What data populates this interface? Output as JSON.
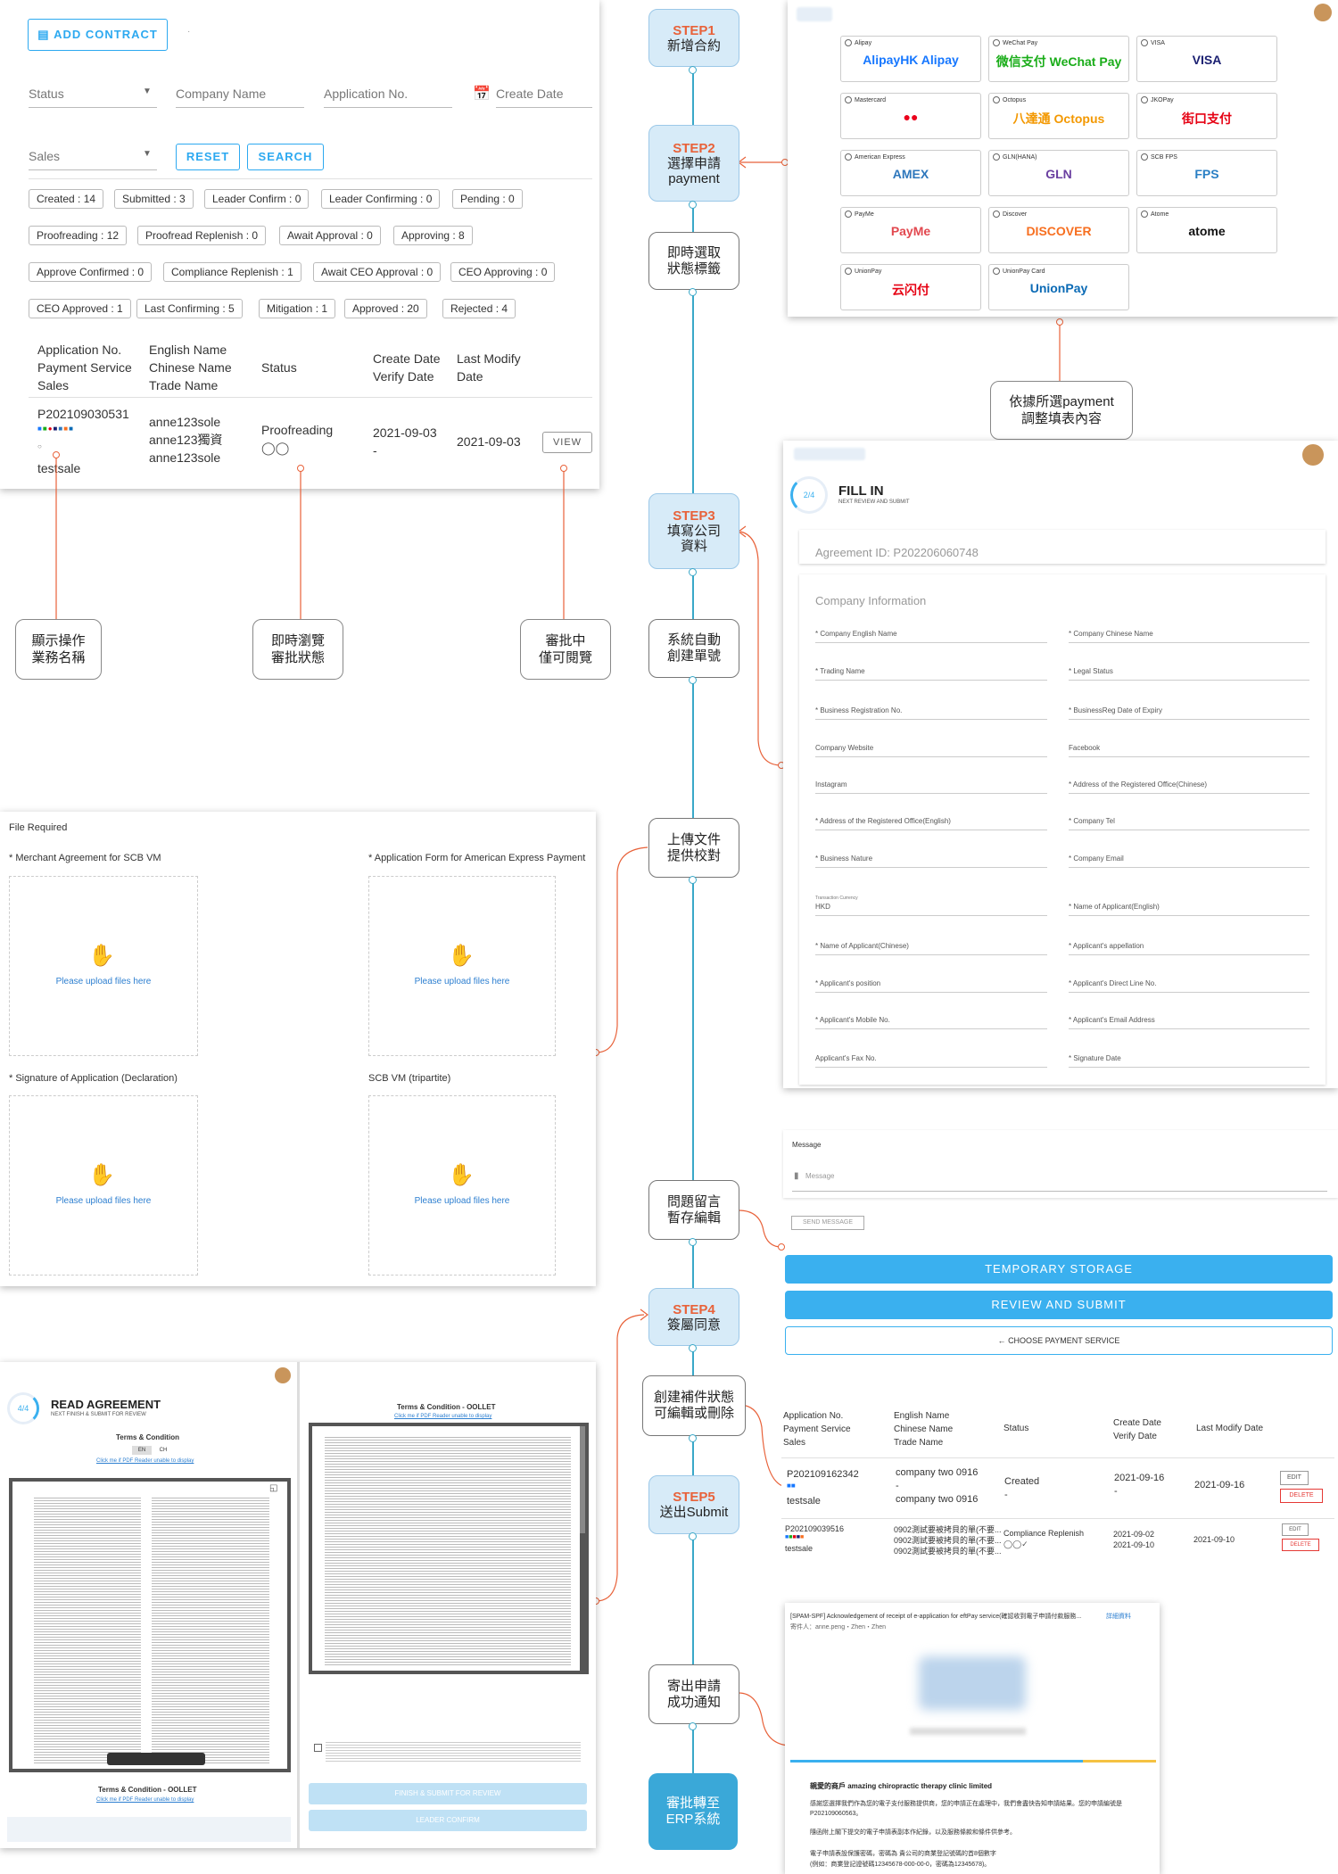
{
  "list_panel": {
    "add_contract": "ADD CONTRACT",
    "filters": {
      "status": "Status",
      "company_name": "Company Name",
      "application_no": "Application No.",
      "create_date": "Create Date",
      "sales": "Sales"
    },
    "reset": "RESET",
    "search": "SEARCH",
    "status_tags": [
      "Created : 14",
      "Submitted : 3",
      "Leader Confirm : 0",
      "Leader Confirming : 0",
      "Pending : 0",
      "Proofreading : 12",
      "Proofread Replenish : 0",
      "Await Approval : 0",
      "Approving : 8",
      "Approve Confirmed : 0",
      "Compliance Replenish : 1",
      "Await CEO Approval : 0",
      "CEO Approving : 0",
      "CEO Approved : 1",
      "Last Confirming : 5",
      "Mitigation : 1",
      "Approved : 20",
      "Rejected : 4"
    ],
    "headers": {
      "app_no": "Application No.",
      "payment_service": "Payment Service",
      "sales": "Sales",
      "english_name": "English Name",
      "chinese_name": "Chinese Name",
      "trade_name": "Trade Name",
      "status": "Status",
      "create_date": "Create Date",
      "verify_date": "Verify Date",
      "last_modify": "Last Modify",
      "date": "Date"
    },
    "row": {
      "app_no": "P202109030531",
      "sales": "testsale",
      "english_name": "anne123sole",
      "chinese_name": "anne123獨資",
      "trade_name": "anne123sole",
      "status": "Proofreading",
      "create_date": "2021-09-03",
      "verify_date": "-",
      "last_modify": "2021-09-03",
      "view": "VIEW"
    }
  },
  "callouts": {
    "business_name": [
      "顯示操作",
      "業務名稱"
    ],
    "browse_status": [
      "即時瀏覽",
      "審批狀態"
    ],
    "view_only": [
      "審批中",
      "僅可閱覽"
    ],
    "adjust_form": [
      "依據所選payment",
      "調整填表內容"
    ]
  },
  "flow": {
    "step1": {
      "label": "STEP1",
      "text": "新增合約"
    },
    "step2": {
      "label": "STEP2",
      "text": [
        "選擇申請",
        "payment"
      ]
    },
    "realtime": [
      "即時選取",
      "狀態標籤"
    ],
    "step3": {
      "label": "STEP3",
      "text": [
        "填寫公司",
        "資料"
      ]
    },
    "auto_no": [
      "系統自動",
      "創建單號"
    ],
    "upload": [
      "上傳文件",
      "提供校對"
    ],
    "message": [
      "問題留言",
      "暫存編輯"
    ],
    "step4": {
      "label": "STEP4",
      "text": "簽屬同意"
    },
    "replenish": [
      "創建補件狀態",
      "可編輯或刪除"
    ],
    "step5": {
      "label": "STEP5",
      "text": "送出Submit"
    },
    "notify": [
      "寄出申請",
      "成功通知"
    ],
    "erp": [
      "審批轉至",
      "ERP系統"
    ]
  },
  "payments": [
    {
      "name": "Alipay",
      "logo": "AlipayHK  Alipay",
      "color": "#1677ff"
    },
    {
      "name": "WeChat Pay",
      "logo": "微信支付 WeChat Pay",
      "color": "#1aad19"
    },
    {
      "name": "VISA",
      "logo": "VISA",
      "color": "#1a1f71"
    },
    {
      "name": "Mastercard",
      "logo": "●●",
      "color": "#eb001b"
    },
    {
      "name": "Octopus",
      "logo": "八達通 Octopus",
      "color": "#f39800"
    },
    {
      "name": "JKOPay",
      "logo": "街口支付",
      "color": "#e60012"
    },
    {
      "name": "American Express",
      "logo": "AMEX",
      "color": "#2e77bc"
    },
    {
      "name": "GLN(HANA)",
      "logo": "GLN",
      "color": "#6a3fa0"
    },
    {
      "name": "SCB FPS",
      "logo": "FPS",
      "color": "#2a7fc4"
    },
    {
      "name": "PayMe",
      "logo": "PayMe",
      "color": "#e2484f"
    },
    {
      "name": "Discover",
      "logo": "DISCOVER",
      "color": "#f76f20"
    },
    {
      "name": "Atome",
      "logo": "atome",
      "color": "#111111"
    },
    {
      "name": "UnionPay",
      "logo": "云闪付",
      "color": "#e60012"
    },
    {
      "name": "UnionPay Card",
      "logo": "UnionPay",
      "color": "#0a6ab5"
    }
  ],
  "fill_in": {
    "title": "FILL IN",
    "subtitle": "NEXT REVIEW AND SUBMIT",
    "progress": "2/4",
    "agreement_id": "Agreement ID: P202206060748",
    "section": "Company Information",
    "fields_left": [
      "* Company English Name",
      "* Trading Name",
      "* Business Registration No.",
      "Company Website",
      "Instagram",
      "* Address of the Registered Office(English)",
      "* Business Nature",
      "HKD",
      "* Name of Applicant(Chinese)",
      "* Applicant's position",
      "* Applicant's Mobile No.",
      "Applicant's Fax No."
    ],
    "fields_right": [
      "* Company Chinese Name",
      "* Legal Status",
      "* BusinessReg Date of Expiry",
      "Facebook",
      "* Address of the Registered Office(Chinese)",
      "* Company Tel",
      "* Company Email",
      "* Name of Applicant(English)",
      "* Applicant's appellation",
      "* Applicant's Direct Line No.",
      "* Applicant's Email Address",
      "* Signature Date"
    ],
    "currency_label": "Transaction Currency"
  },
  "files": {
    "title": "File Required",
    "boxes": [
      "* Merchant Agreement for SCB VM",
      "* Application Form for American Express Payment",
      "* Signature of Application (Declaration)",
      "SCB VM (tripartite)"
    ],
    "upload_text": "Please upload files here"
  },
  "message_panel": {
    "title": "Message",
    "placeholder": "Message",
    "send": "SEND MESSAGE",
    "temporary": "TEMPORARY STORAGE",
    "review": "REVIEW AND SUBMIT",
    "choose": "CHOOSE PAYMENT SERVICE"
  },
  "read_agreement": {
    "progress": "4/4",
    "title": "READ AGREEMENT",
    "subtitle": "NEXT FINISH & SUBMIT FOR REVIEW",
    "terms": "Terms & Condition",
    "lang_en": "EN",
    "lang_ch": "CH",
    "pdf_link": "Click me if PDF Reader unable to display",
    "terms2": "Terms & Condition - OOLLET",
    "finish": "FINISH & SUBMIT FOR REVIEW",
    "leader": "LEADER CONFIRM"
  },
  "mini_table": {
    "headers": {
      "a": [
        "Application No.",
        "Payment Service",
        "Sales"
      ],
      "b": [
        "English Name",
        "Chinese Name",
        "Trade Name"
      ],
      "c": "Status",
      "d": [
        "Create Date",
        "Verify Date"
      ],
      "e": "Last Modify Date"
    },
    "rows": [
      {
        "no": "P202109162342",
        "sales": "testsale",
        "en": "company two 0916",
        "dash": "-",
        "tn": "company two 0916",
        "status": "Created",
        "sdash": "-",
        "cd": "2021-09-16",
        "vd": "-",
        "lm": "2021-09-16",
        "edit": "EDIT",
        "delete": "DELETE"
      },
      {
        "no": "P202109039516",
        "sales": "testsale",
        "en": "0902測試要被拷貝的單(不要...",
        "cn": "0902測試要被拷貝的單(不要...",
        "tn": "0902測試要被拷貝的單(不要...",
        "status": "Compliance Replenish",
        "cd": "2021-09-02",
        "vd": "2021-09-10",
        "lm": "2021-09-10",
        "edit": "EDIT",
        "delete": "DELETE"
      }
    ]
  },
  "email": {
    "subject": "[SPAM-SPF] Acknowledgement of receipt of e-application for eftPay service(確認收到電子申請付款服務...",
    "link": "詳細資料",
    "from": "寄件人：anne.peng・Zhen・Zhen",
    "greeting": "親愛的商戶 amazing chiropractic therapy clinic limited",
    "p1": "感謝您選擇我們作為您的電子支付服務提供商，您的申請正在處理中，我們會盡快告知申請結果。您的申請編號是 P202109060563。",
    "p2": "隨函附上閣下提交的電子申請表副本作紀錄，以及服務條款和條件供參考。",
    "p3": "電子申請表設保護密碼，密碼為 貴公司的商業登記號碼的首8個數字",
    "p4": "(例如：商業登記證號碼12345678-000-00-0，密碼為12345678)。"
  }
}
